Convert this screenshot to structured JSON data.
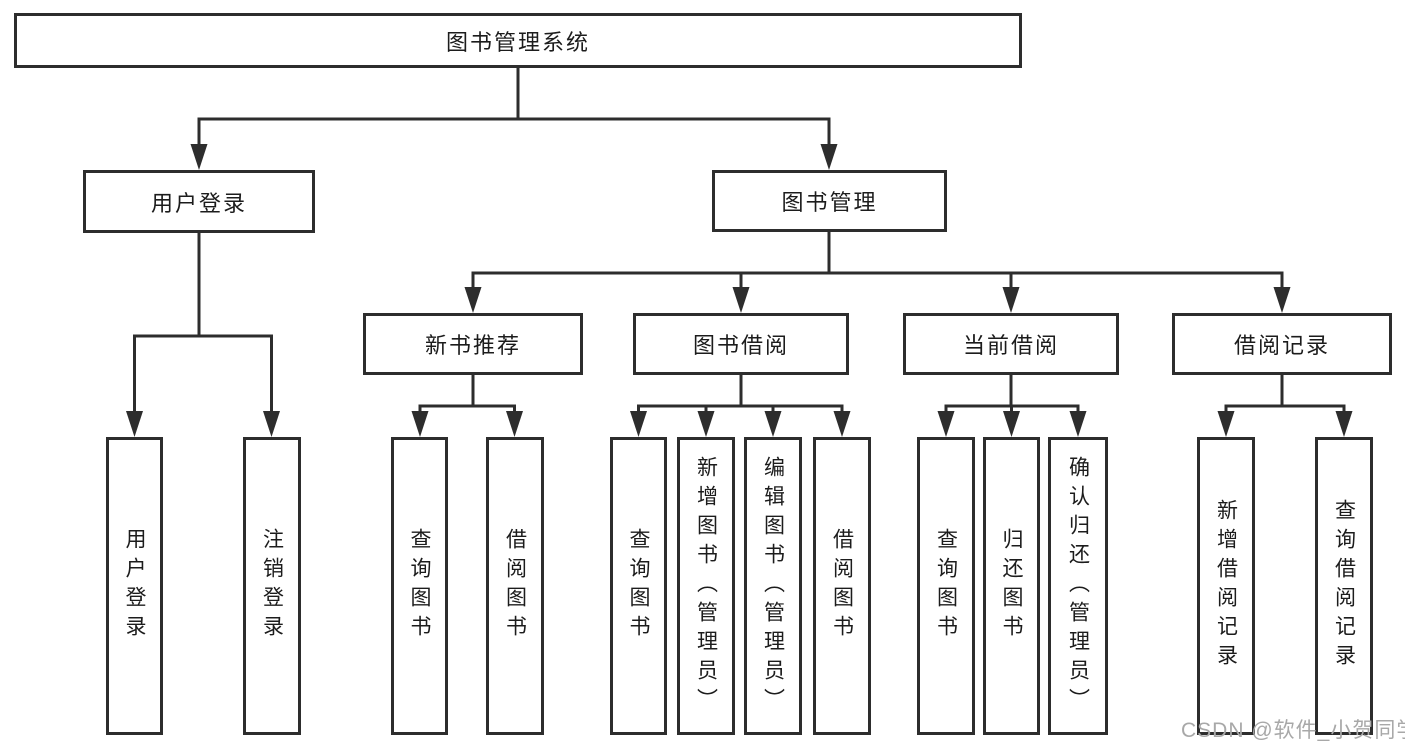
{
  "tree": {
    "root": {
      "label": "图书管理系统"
    },
    "children": [
      {
        "label": "用户登录",
        "children": [
          {
            "label": "用户登录"
          },
          {
            "label": "注销登录"
          }
        ]
      },
      {
        "label": "图书管理",
        "children": [
          {
            "label": "新书推荐",
            "children": [
              {
                "label": "查询图书"
              },
              {
                "label": "借阅图书"
              }
            ]
          },
          {
            "label": "图书借阅",
            "children": [
              {
                "label": "查询图书"
              },
              {
                "label": "新增图书（管理员）"
              },
              {
                "label": "编辑图书（管理员）"
              },
              {
                "label": "借阅图书"
              }
            ]
          },
          {
            "label": "当前借阅",
            "children": [
              {
                "label": "查询图书"
              },
              {
                "label": "归还图书"
              },
              {
                "label": "确认归还（管理员）"
              }
            ]
          },
          {
            "label": "借阅记录",
            "children": [
              {
                "label": "新增借阅记录"
              },
              {
                "label": "查询借阅记录"
              }
            ]
          }
        ]
      }
    ]
  },
  "watermark": {
    "text": "CSDN @软件_小贺同学"
  },
  "colors": {
    "line": "#2d2d2d",
    "text": "#1c1c1c",
    "watermark": "#a8a8a8",
    "background": "#ffffff"
  }
}
